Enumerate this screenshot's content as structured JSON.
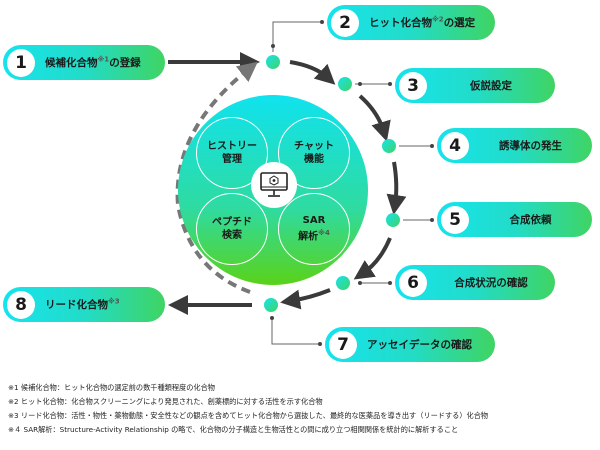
{
  "steps": [
    {
      "num": "1",
      "label": "候補化合物",
      "note": "※1",
      "suffix": "の登録"
    },
    {
      "num": "2",
      "label": "ヒット化合物",
      "note": "※2",
      "suffix": "の選定"
    },
    {
      "num": "3",
      "label": "仮説設定"
    },
    {
      "num": "4",
      "label": "誘導体の発生"
    },
    {
      "num": "5",
      "label": "合成依頼"
    },
    {
      "num": "6",
      "label": "合成状況の確認"
    },
    {
      "num": "7",
      "label": "アッセイデータの確認"
    },
    {
      "num": "8",
      "label": "リード化合物",
      "note": "※3"
    }
  ],
  "center": {
    "features": [
      {
        "line1": "ヒストリー",
        "line2": "管理"
      },
      {
        "line1": "チャット",
        "line2": "機能"
      },
      {
        "line1": "ペプチド",
        "line2": "検索"
      },
      {
        "line1": "SAR",
        "line2": "解析",
        "note": "※4"
      }
    ],
    "icon": "computer-molecule-icon"
  },
  "notes": [
    "※1 候補化合物：ヒット化合物の選定前の数千種類程度の化合物",
    "※2 ヒット化合物：化合物スクリーニングにより発見された、創薬標的に対する活性を示す化合物",
    "※3 リード化合物：活性・物性・薬物動態・安全性などの観点を含めてヒット化合物から選抜した、最終的な医薬品を導き出す（リードする）化合物",
    "※４ SAR解析：Structure-Activity Relationship の略で、化合物の分子構造と生物活性との間に成り立つ相関関係を統計的に解析すること"
  ],
  "colors": {
    "cyan": "#16e3ee",
    "green": "#3fd463",
    "arrow": "#3a3a3a",
    "dashed": "#777777"
  }
}
